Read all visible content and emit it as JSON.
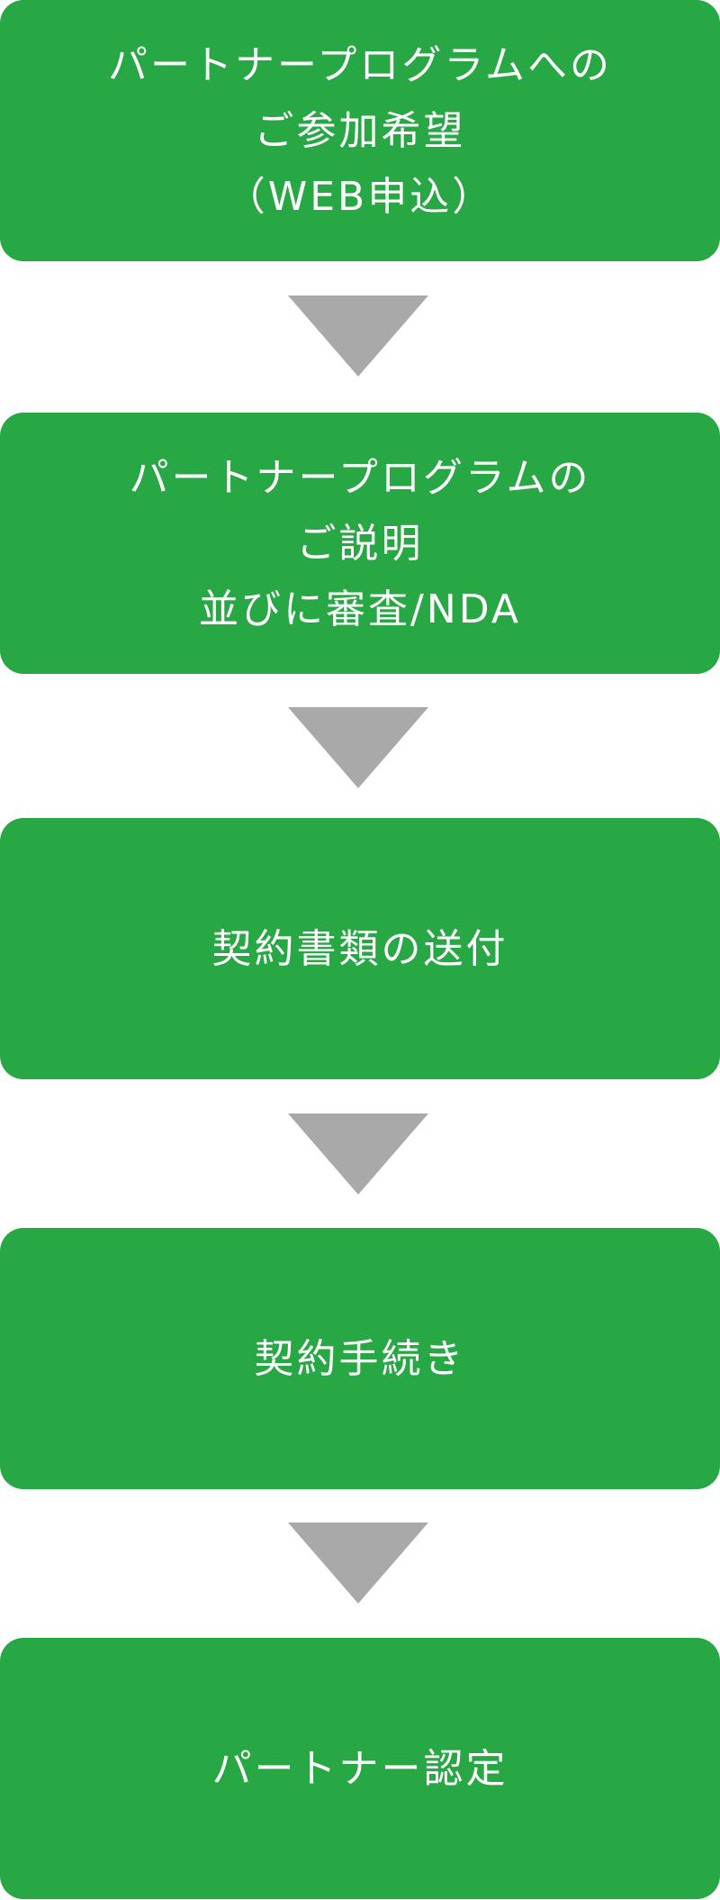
{
  "colors": {
    "step_background": "#28a745",
    "step_text": "#ffffff",
    "arrow": "#a9a9a9",
    "page_background": "#ffffff"
  },
  "steps": [
    {
      "lines": [
        "パートナープログラムへの",
        "ご参加希望",
        "（WEB申込）"
      ]
    },
    {
      "lines": [
        "パートナープログラムの",
        "ご説明",
        "並びに審査/NDA"
      ]
    },
    {
      "lines": [
        "契約書類の送付"
      ]
    },
    {
      "lines": [
        "契約手続き"
      ]
    },
    {
      "lines": [
        "パートナー認定"
      ]
    }
  ]
}
